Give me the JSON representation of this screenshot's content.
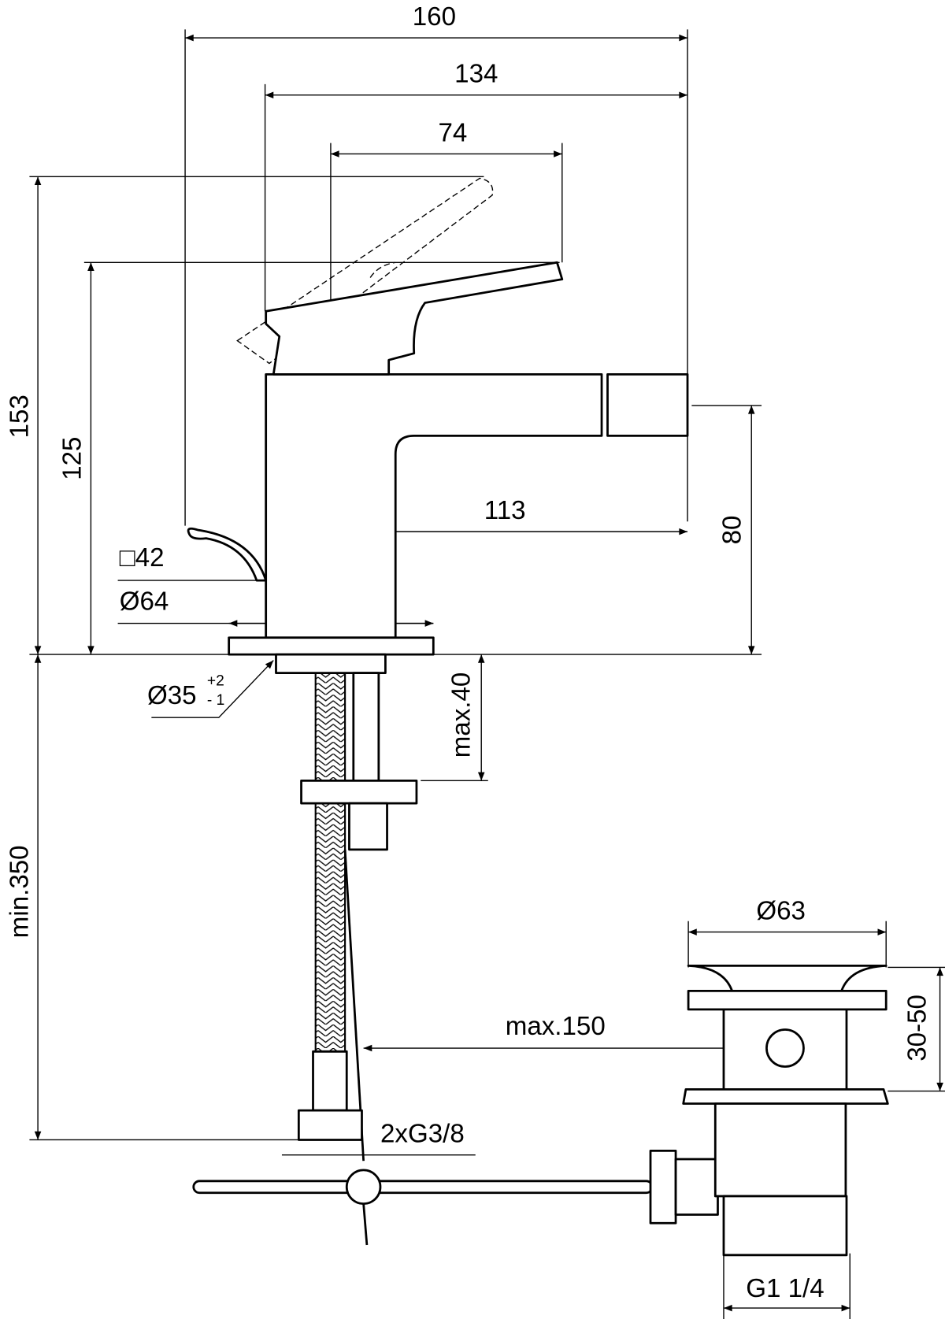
{
  "title": "Bidet mixer technical drawing",
  "dimensions": {
    "width_overall": "160",
    "width_lever": "134",
    "width_lever_top": "74",
    "height_overall": "153",
    "height_lever": "125",
    "spout_projection": "113",
    "spout_height": "80",
    "body_square": "□42",
    "base_diameter": "Ø64",
    "hole_diameter": "Ø35",
    "hole_tol_plus": "+2",
    "hole_tol_minus": "- 1",
    "deck_thickness": "max.40",
    "hose_length": "min.350",
    "waste_diameter": "Ø63",
    "waste_height": "30-50",
    "rod_length": "max.150",
    "connections": "2xG3/8",
    "waste_thread": "G1 1/4"
  },
  "colors": {
    "line": "#000000",
    "background": "#ffffff"
  }
}
